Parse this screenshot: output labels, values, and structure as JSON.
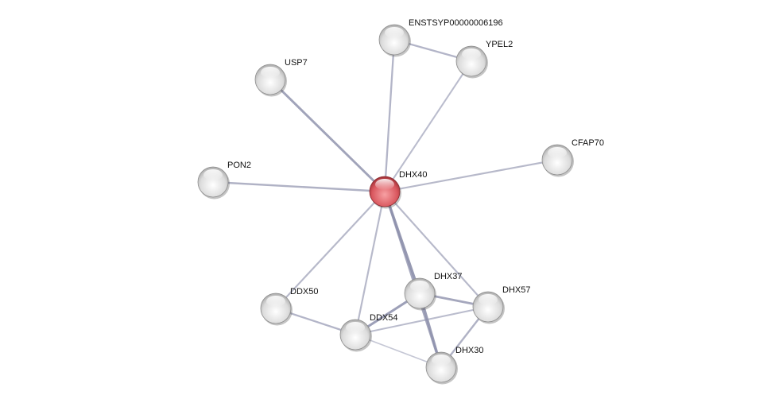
{
  "network": {
    "query_node": "DHX40",
    "colors": {
      "query": "#d9575e",
      "partner": "#e4e4e4",
      "edge": "#8f92ad"
    },
    "nodes": [
      {
        "id": "DHX40",
        "label": "DHX40",
        "query": true
      },
      {
        "id": "ENSTSYP00000006196",
        "label": "ENSTSYP00000006196"
      },
      {
        "id": "YPEL2",
        "label": "YPEL2"
      },
      {
        "id": "USP7",
        "label": "USP7"
      },
      {
        "id": "CFAP70",
        "label": "CFAP70"
      },
      {
        "id": "PON2",
        "label": "PON2"
      },
      {
        "id": "DDX50",
        "label": "DDX50"
      },
      {
        "id": "DHX37",
        "label": "DHX37"
      },
      {
        "id": "DHX57",
        "label": "DHX57"
      },
      {
        "id": "DDX54",
        "label": "DDX54"
      },
      {
        "id": "DHX30",
        "label": "DHX30"
      }
    ],
    "edges": [
      {
        "source": "DHX40",
        "target": "ENSTSYP00000006196",
        "strength": 0.5
      },
      {
        "source": "DHX40",
        "target": "YPEL2",
        "strength": 0.4
      },
      {
        "source": "ENSTSYP00000006196",
        "target": "YPEL2",
        "strength": 0.5
      },
      {
        "source": "DHX40",
        "target": "USP7",
        "strength": 0.75
      },
      {
        "source": "DHX40",
        "target": "CFAP70",
        "strength": 0.45
      },
      {
        "source": "DHX40",
        "target": "PON2",
        "strength": 0.55
      },
      {
        "source": "DHX40",
        "target": "DDX50",
        "strength": 0.45
      },
      {
        "source": "DHX40",
        "target": "DDX54",
        "strength": 0.45
      },
      {
        "source": "DHX40",
        "target": "DHX37",
        "strength": 0.9
      },
      {
        "source": "DHX40",
        "target": "DHX30",
        "strength": 0.7
      },
      {
        "source": "DHX40",
        "target": "DHX57",
        "strength": 0.45
      },
      {
        "source": "DHX37",
        "target": "DHX57",
        "strength": 0.7
      },
      {
        "source": "DHX37",
        "target": "DDX54",
        "strength": 0.8
      },
      {
        "source": "DHX37",
        "target": "DHX30",
        "strength": 0.85
      },
      {
        "source": "DHX57",
        "target": "DDX54",
        "strength": 0.4
      },
      {
        "source": "DHX57",
        "target": "DHX30",
        "strength": 0.55
      },
      {
        "source": "DDX50",
        "target": "DDX54",
        "strength": 0.5
      },
      {
        "source": "DDX54",
        "target": "DHX30",
        "strength": 0.25
      }
    ]
  }
}
